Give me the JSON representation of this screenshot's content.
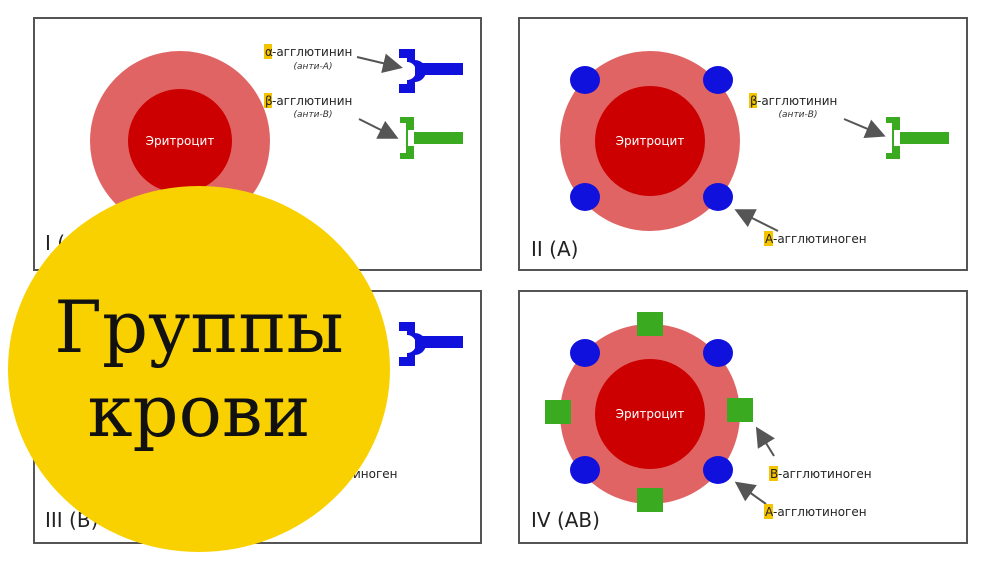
{
  "cell_label": "Эритроцит",
  "alpha_agglutinin": {
    "greek": "α",
    "rest": "-агглютинин",
    "sub": "(анти-А)"
  },
  "beta_agglutinin": {
    "greek": "β",
    "rest": "-агглютинин",
    "sub": "(анти-В)"
  },
  "a_agglutinogen": {
    "letter": "А",
    "rest": "-агглютиноген"
  },
  "b_agglutinogen": {
    "letter": "В",
    "rest": "-агглютиноген"
  },
  "panel_3_partial": "тиноген",
  "panels": {
    "p1": {
      "label": "I ("
    },
    "p2": {
      "label": "II (A)"
    },
    "p3": {
      "label": "III (B)"
    },
    "p4": {
      "label": "IV (AB)"
    }
  },
  "badge": {
    "line1": "Группы",
    "line2": "крови"
  },
  "colors": {
    "outer": "#e06464",
    "inner": "#cc0000",
    "antigenA": "#1111dd",
    "antigenB": "#3aaa20",
    "badge": "#f9d100",
    "highlight": "#f5c400"
  }
}
